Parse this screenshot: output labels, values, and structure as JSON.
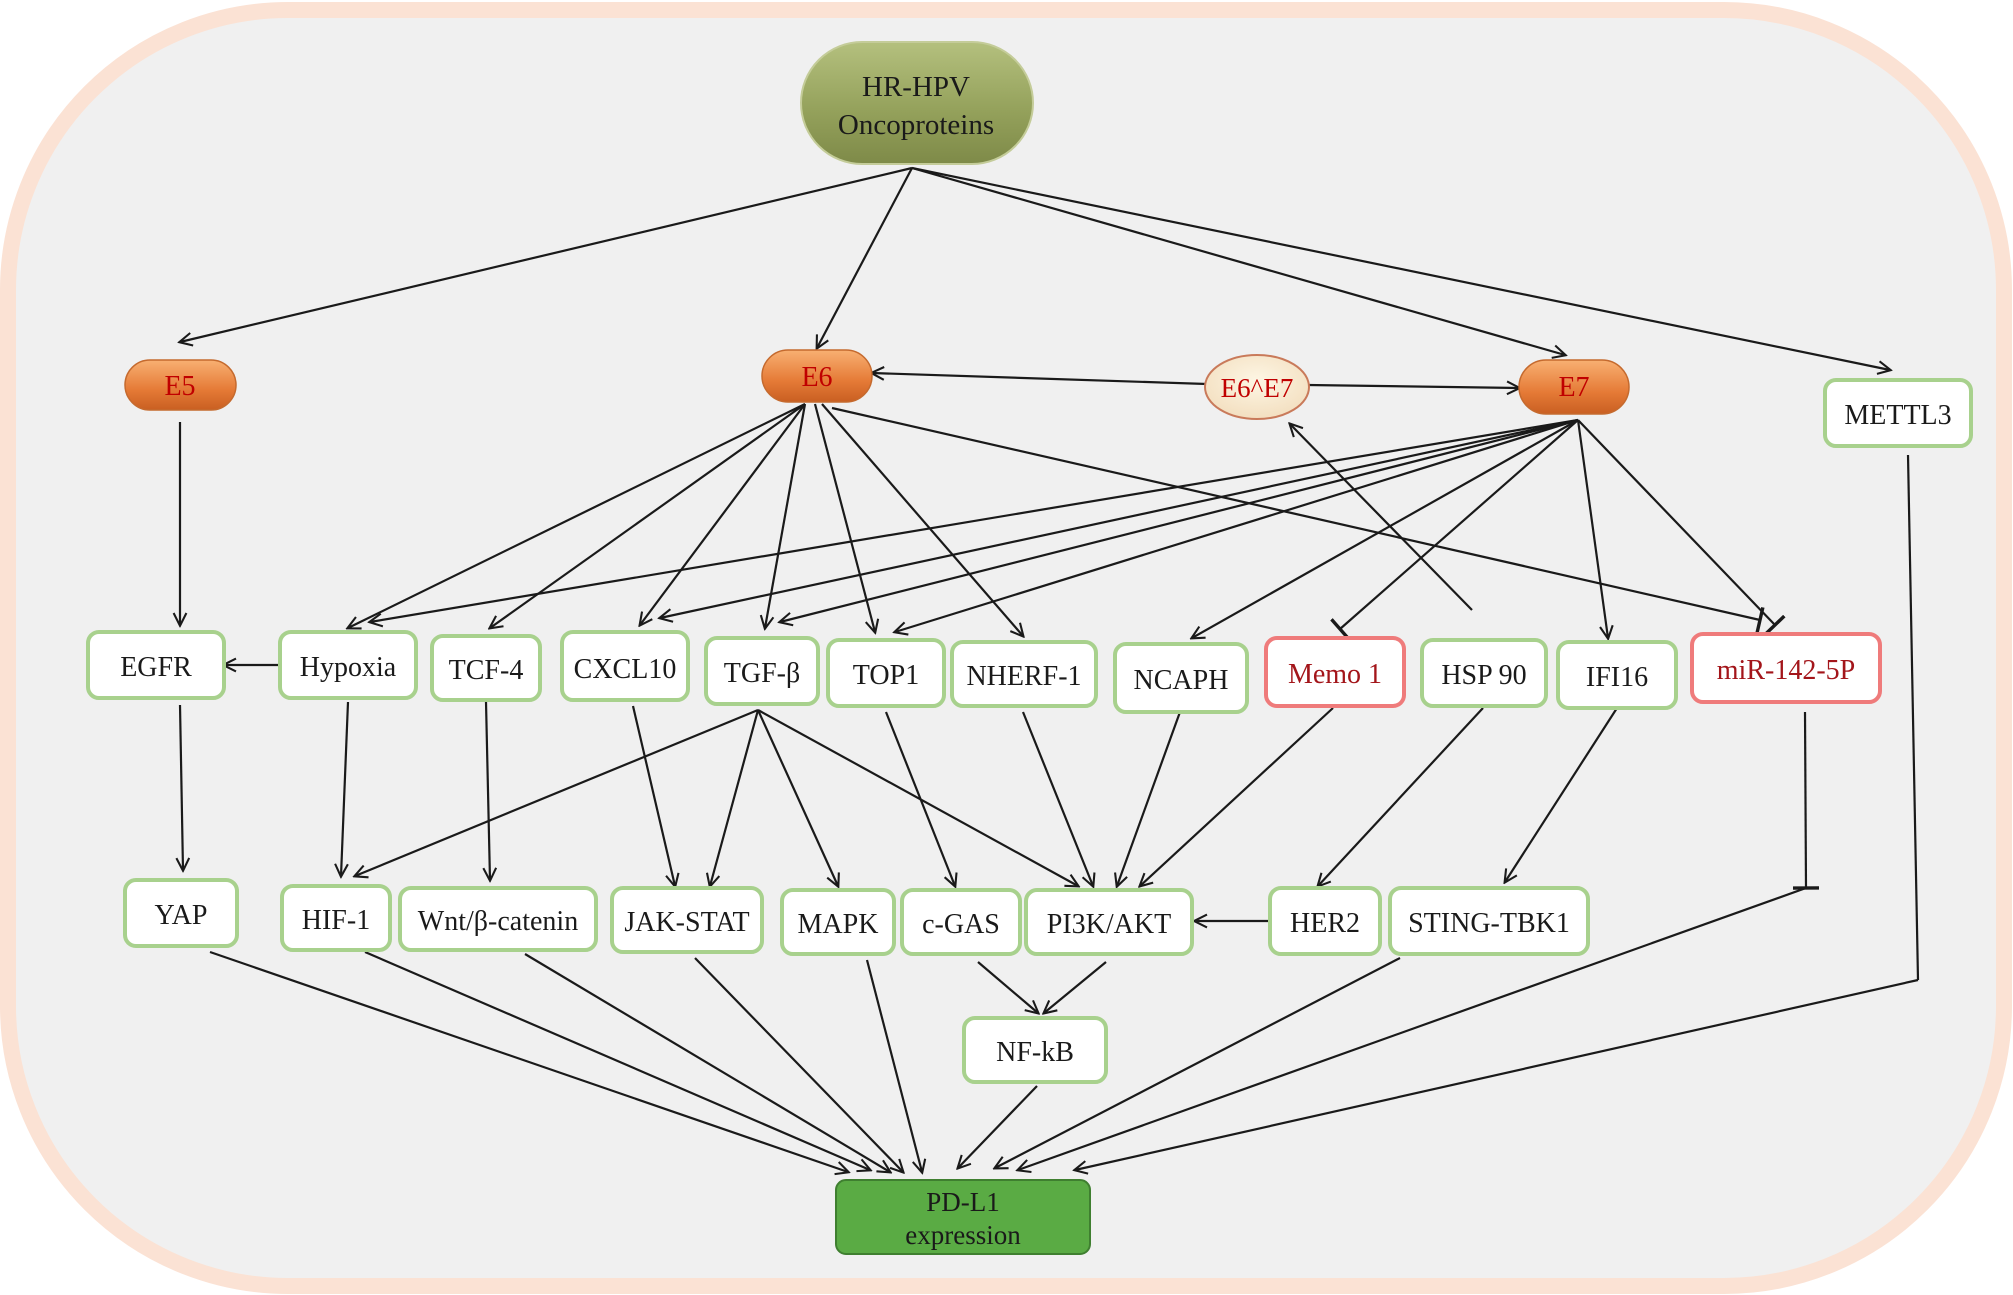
{
  "nodes": {
    "hrhpv": {
      "line1": "HR-HPV",
      "line2": "Oncoproteins"
    },
    "e5": {
      "label": "E5"
    },
    "e6": {
      "label": "E6"
    },
    "e6e7": {
      "label": "E6^E7"
    },
    "e7": {
      "label": "E7"
    },
    "mettl3": {
      "label": "METTL3"
    },
    "egfr": {
      "label": "EGFR"
    },
    "hypoxia": {
      "label": "Hypoxia"
    },
    "tcf4": {
      "label": "TCF-4"
    },
    "cxcl10": {
      "label": "CXCL10"
    },
    "tgfb": {
      "label": "TGF-β"
    },
    "top1": {
      "label": "TOP1"
    },
    "nherf1": {
      "label": "NHERF-1"
    },
    "ncaph": {
      "label": "NCAPH"
    },
    "memo1": {
      "label": "Memo 1"
    },
    "hsp90": {
      "label": "HSP 90"
    },
    "ifi16": {
      "label": "IFI16"
    },
    "mir142": {
      "label": "miR-142-5P"
    },
    "yap": {
      "label": "YAP"
    },
    "hif1": {
      "label": "HIF-1"
    },
    "wnt": {
      "label": "Wnt/β-catenin"
    },
    "jakstat": {
      "label": "JAK-STAT"
    },
    "mapk": {
      "label": "MAPK"
    },
    "cgas": {
      "label": "c-GAS"
    },
    "pi3k": {
      "label": "PI3K/AKT"
    },
    "her2": {
      "label": "HER2"
    },
    "sting": {
      "label": "STING-TBK1"
    },
    "nfkb": {
      "label": "NF-kB"
    },
    "pdl1": {
      "line1": "PD-L1",
      "line2": "expression"
    }
  },
  "colors": {
    "frame_border": "#fbe2d4",
    "frame_fill": "#f0f0f0",
    "green_border": "#a8d18d",
    "red_border": "#ef7b7b",
    "red_text": "#a3151a",
    "oval_text": "#c00000",
    "arrow": "#1a1a1a",
    "top_node_fill": "#8e9b55",
    "pdl1_fill": "#5aab44"
  }
}
